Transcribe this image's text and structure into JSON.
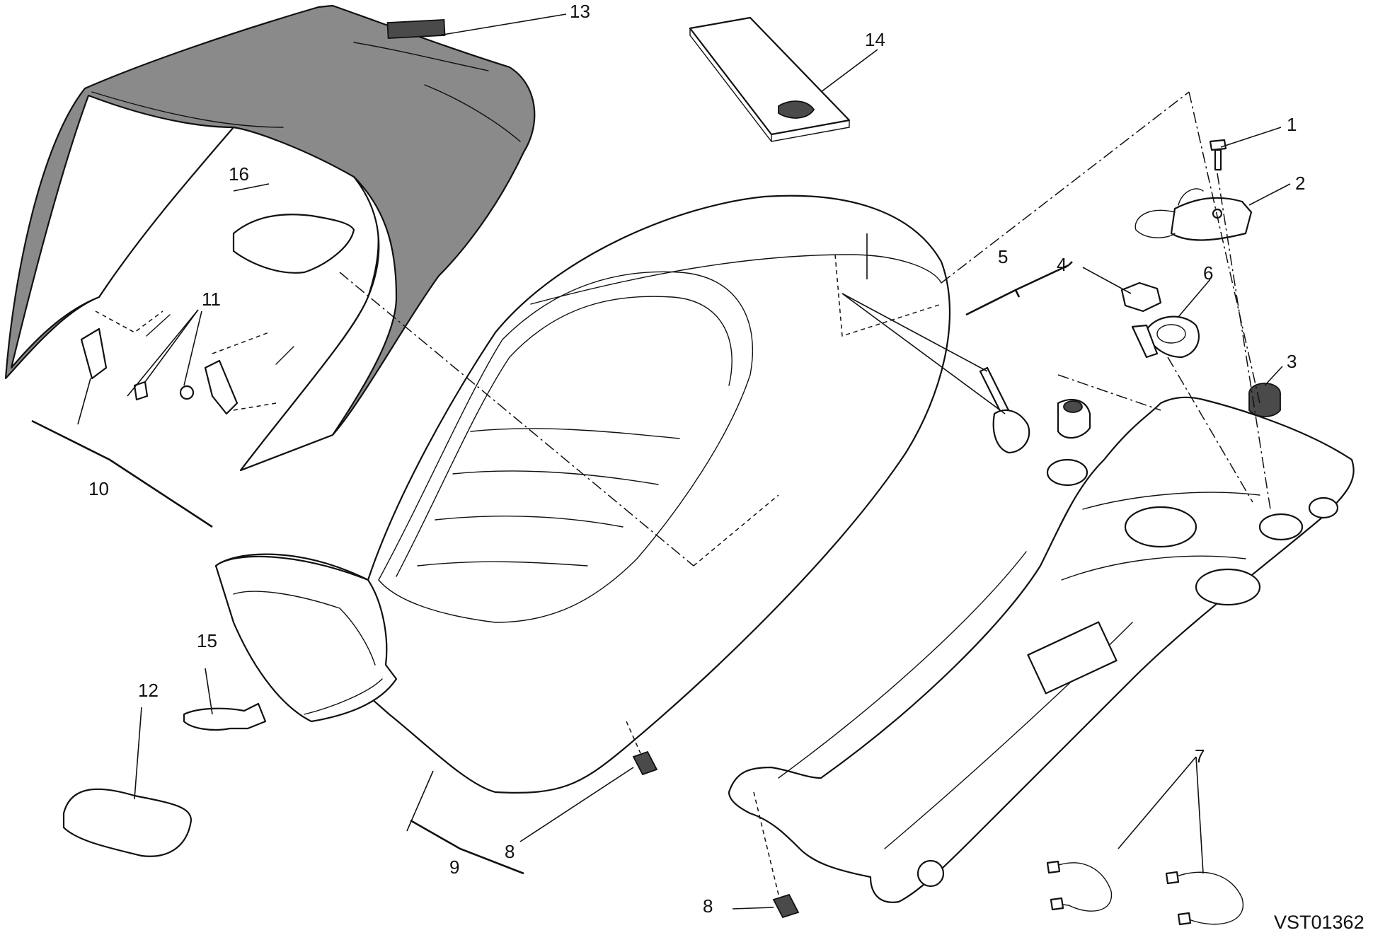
{
  "callouts": {
    "c1": "1",
    "c2": "2",
    "c3": "3",
    "c4": "4",
    "c5": "5",
    "c6": "6",
    "c7": "7",
    "c8a": "8",
    "c8b": "8",
    "c9": "9",
    "c10": "10",
    "c11": "11",
    "c12": "12",
    "c13": "13",
    "c14": "14",
    "c15": "15",
    "c16": "16"
  },
  "drawing_code": "VST01362",
  "colors": {
    "line": "#111111",
    "cover_fill": "#8a8a8a",
    "background": "#ffffff"
  }
}
